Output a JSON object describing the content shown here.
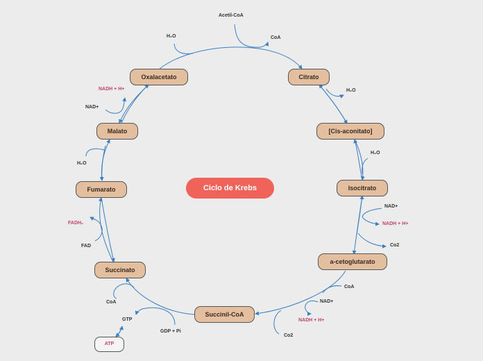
{
  "center": {
    "label": "Ciclo de Krebs"
  },
  "nodes": {
    "citrato": "Citrato",
    "cis_aconitato": "[Cis-aconitato]",
    "isocitrato": "Isocitrato",
    "a_cetoglutarato": "a-cetoglutarato",
    "succinil_coa": "Succinil-CoA",
    "succinato": "Succinato",
    "fumarato": "Fumarato",
    "malato": "Malato",
    "oxalacetato": "Oxalacetato",
    "atp": "ATP"
  },
  "labels": {
    "acetil_coa": "Acetil-CoA",
    "coa_top": "CoA",
    "h2o_top": "H₂O",
    "h2o_citrato": "H₂O",
    "h2o_cis": "H₂O",
    "nad_iso": "NAD+",
    "nadh_iso": "NADH + H+",
    "co2_iso": "Co2",
    "coa_aceto": "CoA",
    "nad_aceto": "NAD+",
    "nadh_aceto": "NADH + H+",
    "co2_aceto": "Co2",
    "gdp_pi": "GDP + Pi",
    "gtp": "GTP",
    "coa_succ": "CoA",
    "fad": "FAD",
    "fadh2": "FADH₂",
    "h2o_fum": "H₂O",
    "nad_mal": "NAD+",
    "nadh_mal": "NADH + H+"
  },
  "colors": {
    "node_fill": "#e3bfa0",
    "center_fill": "#f0635a",
    "arrow": "#3a7fc1",
    "highlight_text": "#c2456b",
    "background": "#ececec"
  }
}
